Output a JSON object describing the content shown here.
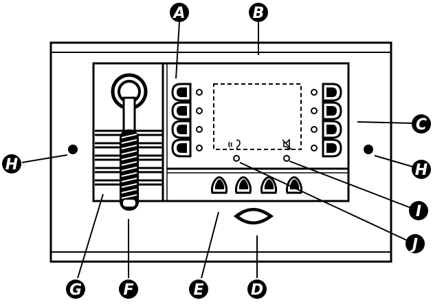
{
  "callouts": {
    "A": "A",
    "B": "B",
    "C": "C",
    "D": "D",
    "E": "E",
    "F": "F",
    "G": "G",
    "H": "H",
    "I": "I",
    "J": "J"
  },
  "icons": {
    "left_indicator": "hearing-loop-icon",
    "right_indicator": "speaker-mute-icon"
  },
  "colors": {
    "ink": "#000000",
    "paper": "#ffffff"
  }
}
